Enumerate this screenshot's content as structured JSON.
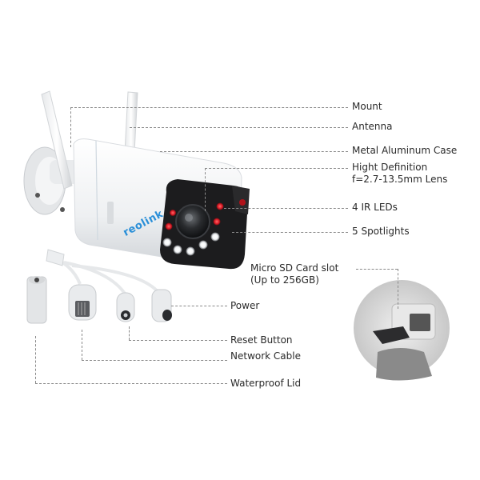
{
  "product": {
    "brand": "reolink",
    "brand_color": "#2a8fd8"
  },
  "callouts": [
    {
      "id": "mount",
      "label": "Mount"
    },
    {
      "id": "antenna",
      "label": "Antenna"
    },
    {
      "id": "case",
      "label": "Metal Aluminum Case"
    },
    {
      "id": "lens",
      "label": "Hight Definition",
      "label_line2": "f=2.7-13.5mm Lens"
    },
    {
      "id": "ir",
      "label": "4 IR LEDs"
    },
    {
      "id": "spotlights",
      "label": "5 Spotlights"
    },
    {
      "id": "sd",
      "label": "Micro SD Card slot",
      "label_line2": "(Up to 256GB)"
    },
    {
      "id": "power",
      "label": "Power"
    },
    {
      "id": "reset",
      "label": "Reset Button"
    },
    {
      "id": "network",
      "label": "Network Cable"
    },
    {
      "id": "lid",
      "label": "Waterproof Lid"
    }
  ],
  "colors": {
    "ir_led": "#e0202a",
    "spotlight": "#ffffff",
    "body": "#f4f5f6",
    "bezel": "#1c1c1e",
    "dash": "#8a8a8a"
  }
}
